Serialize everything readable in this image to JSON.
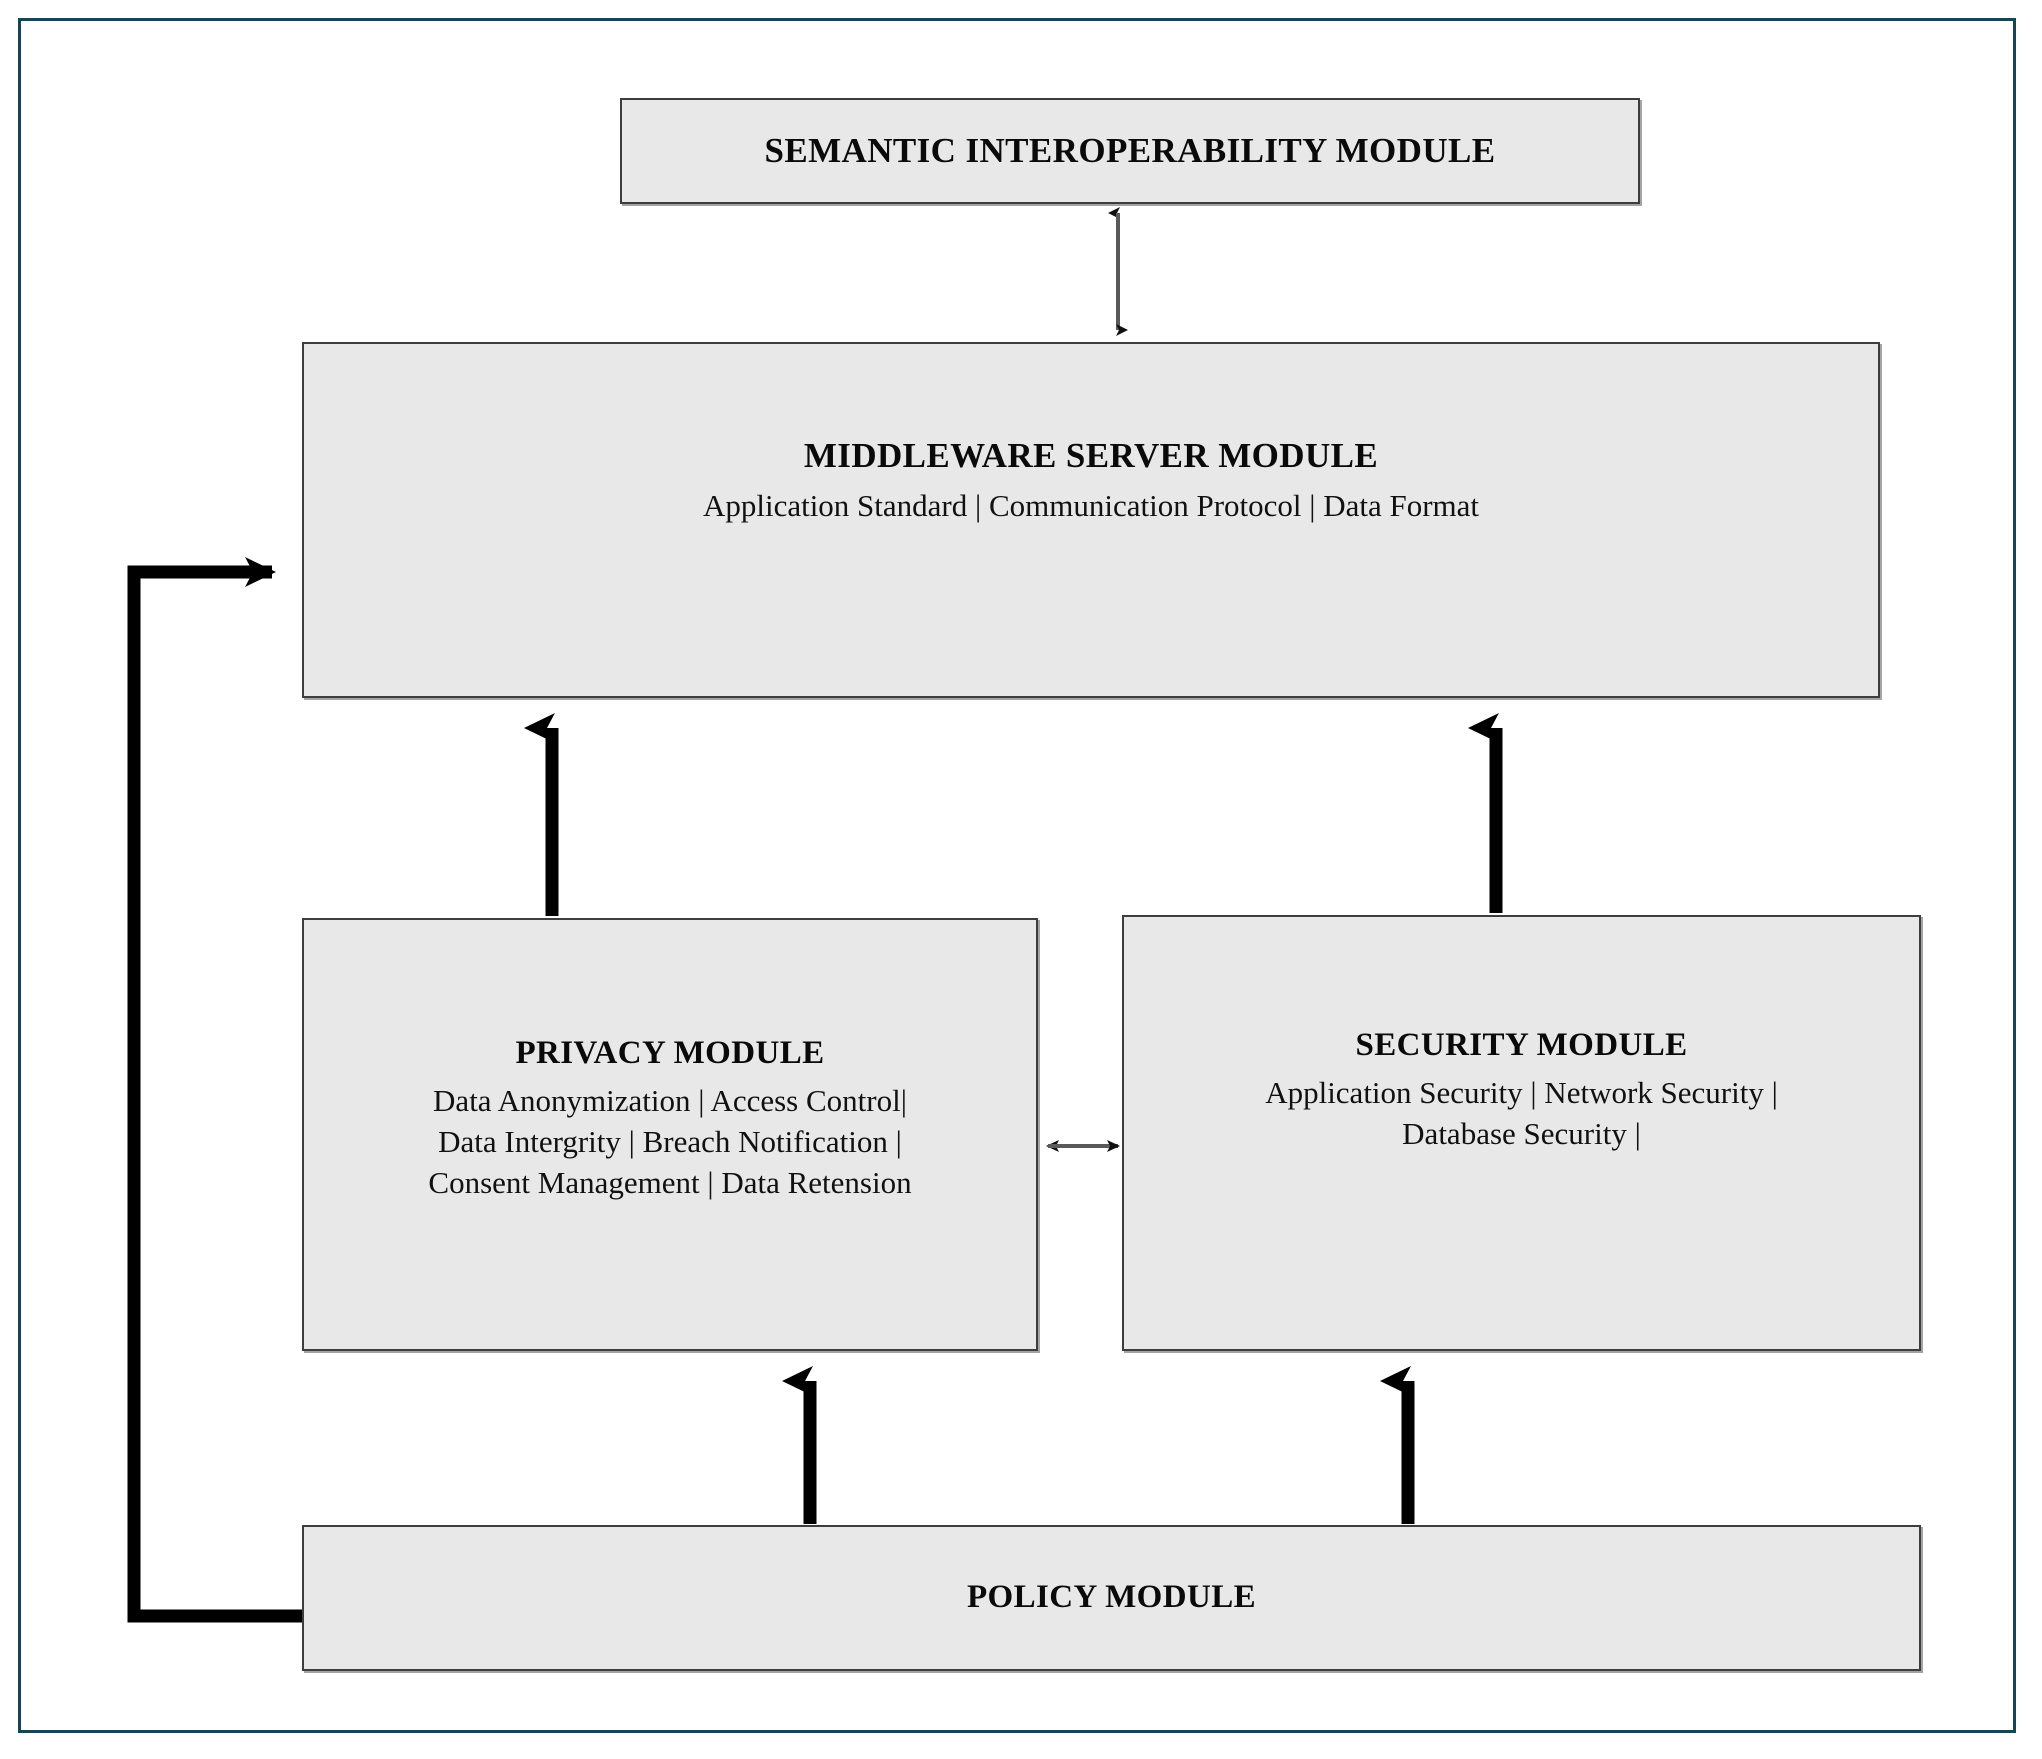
{
  "diagram": {
    "frame": {
      "border_color": "#1a4455",
      "background": "#ffffff"
    },
    "box_style": {
      "fill": "#e8e8e8",
      "border_color": "#3d3d3d"
    },
    "modules": {
      "semantic": {
        "title": "SEMANTIC INTEROPERABILITY MODULE",
        "subtitle": ""
      },
      "middleware": {
        "title": "MIDDLEWARE SERVER MODULE",
        "subtitle": "Application Standard |  Communication Protocol |  Data Format"
      },
      "privacy": {
        "title": "PRIVACY MODULE",
        "subtitle": "Data Anonymization | Access Control|\nData Intergrity | Breach Notification |\nConsent Management | Data Retension"
      },
      "security": {
        "title": "SECURITY MODULE",
        "subtitle": "Application Security | Network Security |\nDatabase Security |"
      },
      "policy": {
        "title": "POLICY MODULE",
        "subtitle": ""
      }
    },
    "connectors": [
      {
        "name": "semantic-middleware",
        "from": "MIDDLEWARE SERVER MODULE",
        "to": "SEMANTIC INTEROPERABILITY MODULE",
        "style": "thin-double-headed-vertical"
      },
      {
        "name": "privacy-middleware",
        "from": "PRIVACY MODULE",
        "to": "MIDDLEWARE SERVER MODULE",
        "style": "thick-arrow-up"
      },
      {
        "name": "security-middleware",
        "from": "SECURITY MODULE",
        "to": "MIDDLEWARE SERVER MODULE",
        "style": "thick-arrow-up"
      },
      {
        "name": "privacy-security",
        "from": "PRIVACY MODULE",
        "to": "SECURITY MODULE",
        "style": "thin-double-headed-horizontal"
      },
      {
        "name": "policy-privacy",
        "from": "POLICY MODULE",
        "to": "PRIVACY MODULE",
        "style": "thick-arrow-up"
      },
      {
        "name": "policy-security",
        "from": "POLICY MODULE",
        "to": "SECURITY MODULE",
        "style": "thick-arrow-up"
      },
      {
        "name": "policy-middleware-feedback",
        "from": "POLICY MODULE",
        "to": "MIDDLEWARE SERVER MODULE",
        "style": "thick-elbow-arrow-left"
      }
    ]
  }
}
